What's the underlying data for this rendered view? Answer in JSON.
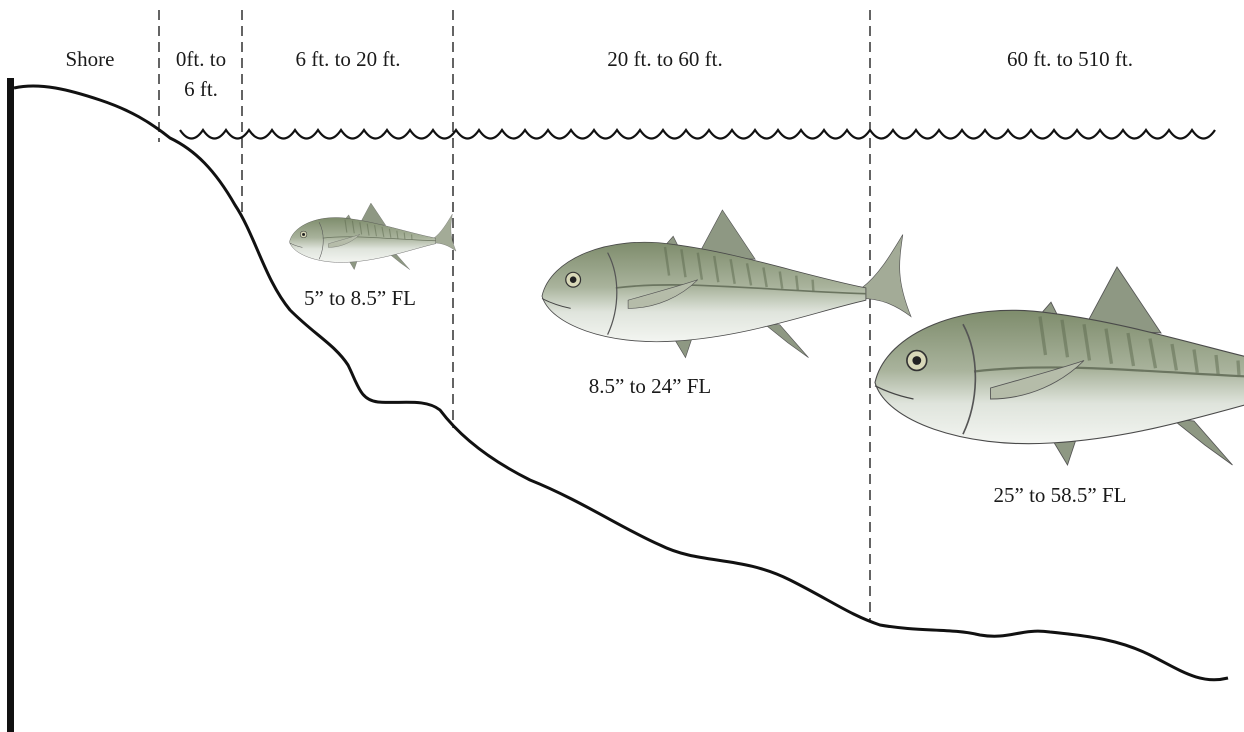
{
  "zones": [
    {
      "id": "shore",
      "label": "Shore"
    },
    {
      "id": "zone-0-6",
      "label_line1": "0ft. to",
      "label_line2": "6 ft."
    },
    {
      "id": "zone-6-20",
      "label": "6 ft. to 20 ft."
    },
    {
      "id": "zone-20-60",
      "label": "20 ft. to 60 ft."
    },
    {
      "id": "zone-60-510",
      "label": "60 ft. to 510 ft."
    }
  ],
  "fish": [
    {
      "id": "small",
      "size_label": "5” to 8.5” FL"
    },
    {
      "id": "medium",
      "size_label": "8.5” to  24” FL"
    },
    {
      "id": "large",
      "size_label": "25” to 58.5” FL"
    }
  ],
  "colors": {
    "line": "#111111",
    "fish_back": "#8d9a78",
    "fish_belly": "#e8ece6",
    "fish_fin": "#a5ad9a",
    "fish_stripe": "#5d6a4f"
  }
}
